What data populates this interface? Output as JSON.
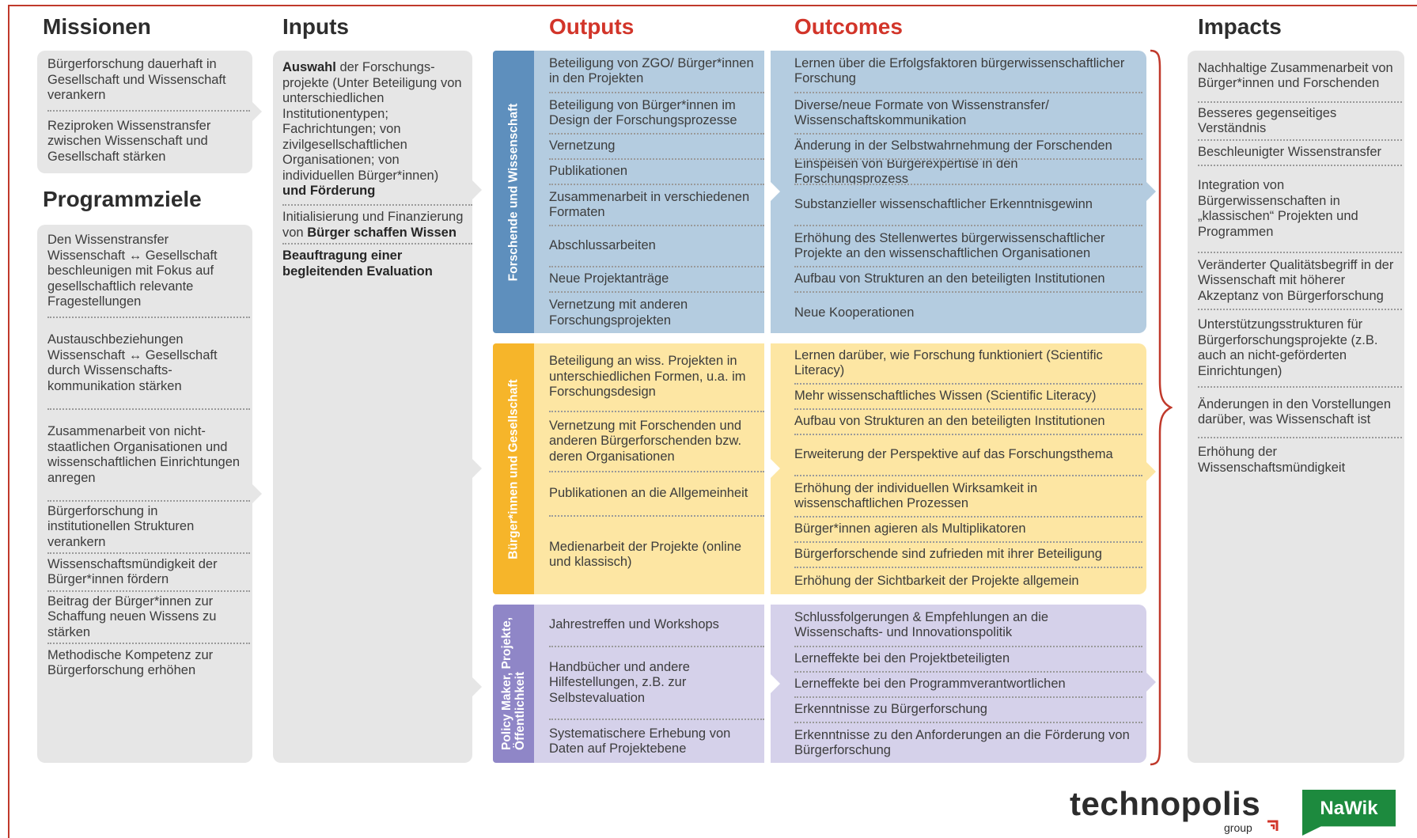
{
  "headers": {
    "missionen": "Missionen",
    "inputs": "Inputs",
    "outputs": "Outputs",
    "outcomes": "Outcomes",
    "impacts": "Impacts",
    "programmziele": "Programmziele"
  },
  "missionen": [
    "Bürgerforschung dauerhaft in Gesellschaft und Wissenschaft verankern",
    "Reziproken Wissenstransfer zwischen Wissenschaft und Gesellschaft stärken"
  ],
  "programmziele": [
    "Den Wissenstransfer Wissenschaft ↔ Gesellschaft beschleunigen mit Fokus auf gesellschaftlich relevante Fragestellungen",
    "Austauschbeziehungen Wissenschaft ↔ Gesellschaft durch  Wissenschafts-kommunikation stärken",
    "Zusammenarbeit von nicht-staatlichen Organisationen und wissenschaftlichen Einrichtungen anregen",
    "Bürgerforschung in institutionellen Strukturen verankern",
    "Wissenschaftsmündigkeit der Bürger*innen fördern",
    "Beitrag der Bürger*innen zur Schaffung neuen Wissens zu stärken",
    "Methodische Kompetenz zur Bürgerforschung erhöhen"
  ],
  "inputs": {
    "item1_bold": "Auswahl",
    "item1_text": " der Forschungs-projekte (Unter Beteiligung von unterschiedlichen Institutionentypen; Fachrichtungen; von zivilgesellschaftlichen Organisationen; von individuellen Bürger*innen) ",
    "item1_bold2": "und Förderung",
    "item2_text": "Initialisierung und Finanzierung von ",
    "item2_bold": "Bürger schaffen Wissen",
    "item3_bold": "Beauftragung einer begleitenden Evaluation"
  },
  "bands": {
    "forschende": {
      "label": "Forschende und Wissenschaft",
      "outputs": [
        "Beteiligung von ZGO/ Bürger*innen in den Projekten",
        "Beteiligung von Bürger*innen im Design der Forschungsprozesse",
        "Vernetzung",
        "Publikationen",
        "Zusammenarbeit in verschiedenen Formaten",
        "Abschlussarbeiten",
        "Neue Projektanträge",
        "Vernetzung mit anderen Forschungsprojekten"
      ],
      "outcomes": [
        "Lernen über die Erfolgsfaktoren bürgerwissenschaftlicher Forschung",
        "Diverse/neue Formate von Wissenstransfer/ Wissenschaftskommunikation",
        "Änderung in der  Selbstwahrnehmung der Forschenden",
        "Einspeisen von Bürgerexpertise in den Forschungsprozess",
        "Substanzieller wissenschaftlicher Erkenntnisgewinn",
        "Erhöhung des Stellenwertes bürgerwissenschaftlicher Projekte an den wissenschaftlichen Organisationen",
        "Aufbau von Strukturen an den beteiligten Institutionen",
        "Neue Kooperationen"
      ]
    },
    "buerger": {
      "label": "Bürger*innen und Gesellschaft",
      "outputs": [
        "Beteiligung an wiss. Projekten in unterschiedlichen Formen, u.a. im Forschungsdesign",
        "Vernetzung mit Forschenden und anderen Bürgerforschenden bzw. deren Organisationen",
        "Publikationen an die Allgemeinheit",
        "Medienarbeit der Projekte (online und klassisch)"
      ],
      "outcomes": [
        "Lernen darüber, wie Forschung funktioniert (Scientific Literacy)",
        "Mehr wissenschaftliches Wissen (Scientific Literacy)",
        "Aufbau von Strukturen an den beteiligten Institutionen",
        "Erweiterung der Perspektive auf das Forschungsthema",
        "Erhöhung der individuellen Wirksamkeit in wissenschaftlichen Prozessen",
        "Bürger*innen agieren als Multiplikatoren",
        "Bürgerforschende sind zufrieden mit ihrer Beteiligung",
        "Erhöhung der Sichtbarkeit der Projekte allgemein"
      ]
    },
    "policy": {
      "label_line1": "Policy Maker, Projekte,",
      "label_line2": "Öffentlichkeit",
      "outputs": [
        "Jahrestreffen und Workshops",
        "Handbücher und andere Hilfestellungen, z.B. zur Selbstevaluation",
        "Systematischere Erhebung von Daten auf Projektebene"
      ],
      "outcomes": [
        "Schlussfolgerungen & Empfehlungen an die Wissenschafts- und Innovationspolitik",
        "Lerneffekte bei den Projektbeteiligten",
        "Lerneffekte bei den Programmverantwortlichen",
        "Erkenntnisse zu Bürgerforschung",
        "Erkenntnisse zu den Anforderungen an die Förderung von Bürgerforschung"
      ]
    }
  },
  "impacts": [
    "Nachhaltige Zusammenarbeit von Bürger*innen und Forschenden",
    "Besseres gegenseitiges Verständnis",
    "Beschleunigter Wissenstransfer",
    "Integration von Bürgerwissenschaften in „klassischen“ Projekten und Programmen",
    "Veränderter Qualitätsbegriff in der Wissenschaft mit höherer Akzeptanz von Bürgerforschung",
    "Unterstützungsstrukturen für Bürgerforschungsprojekte (z.B. auch an nicht-geförderten Einrichtungen)",
    "Änderungen in den Vorstellungen darüber, was Wissenschaft ist",
    "Erhöhung der Wissenschaftsmündigkeit"
  ],
  "logos": {
    "technopolis": "technopolis",
    "technopolis_group": "group",
    "nawik": "NaWik"
  },
  "colors": {
    "frame": "#c0392b",
    "panel_grey": "#e6e6e6",
    "blue_light": "#b4cce0",
    "blue_dark": "#5e8fbd",
    "yellow_light": "#fde6a3",
    "yellow_dark": "#f6b52a",
    "purple_light": "#d5d1ea",
    "purple_dark": "#8f86c7",
    "heading_red": "#d2352a",
    "nawik_green": "#1d8a3e"
  }
}
